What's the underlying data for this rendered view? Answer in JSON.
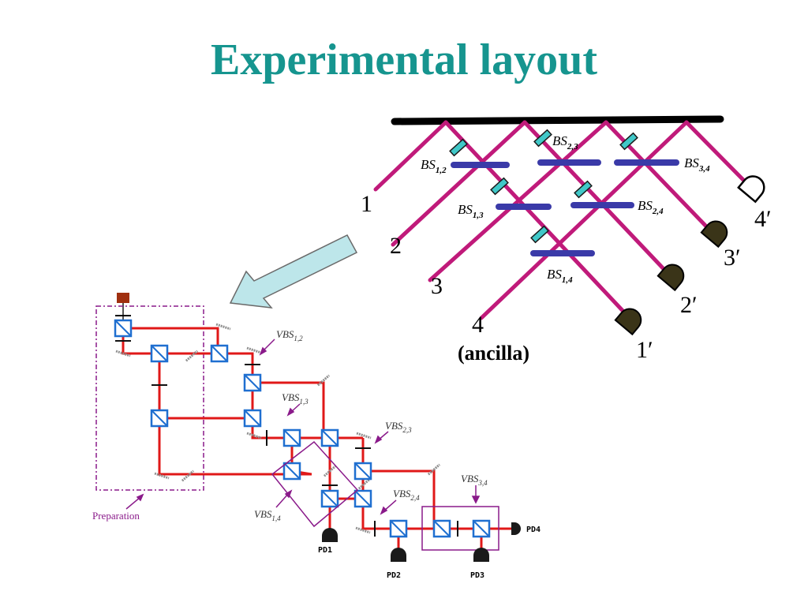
{
  "slide": {
    "title": "Experimental layout"
  },
  "schematic": {
    "beam_splitters": [
      {
        "name": "BS",
        "sub": "1,2"
      },
      {
        "name": "BS",
        "sub": "2,3"
      },
      {
        "name": "BS",
        "sub": "3,4"
      },
      {
        "name": "BS",
        "sub": "1,3"
      },
      {
        "name": "BS",
        "sub": "2,4"
      },
      {
        "name": "BS",
        "sub": "1,4"
      }
    ],
    "input_ports": [
      "1",
      "2",
      "3",
      "4"
    ],
    "output_ports": [
      "1′",
      "2′",
      "3′",
      "4′"
    ],
    "ancilla_label": "(ancilla)"
  },
  "setup": {
    "vbs": [
      {
        "name": "VBS",
        "sub": "1,2"
      },
      {
        "name": "VBS",
        "sub": "1,3"
      },
      {
        "name": "VBS",
        "sub": "2,3"
      },
      {
        "name": "VBS",
        "sub": "3,4"
      },
      {
        "name": "VBS",
        "sub": "2,4"
      },
      {
        "name": "VBS",
        "sub": "1,4"
      }
    ],
    "preparation_label": "Preparation",
    "detectors": [
      "PD1",
      "PD2",
      "PD3",
      "PD4"
    ]
  },
  "colors": {
    "title": "#16958f",
    "beam_magenta": "#c01a7a",
    "bs_bar": "#3a3aa8",
    "phase_plate": "#40c8c8",
    "laser_path": "#e01818",
    "cube_blue": "#1f6fd0",
    "purple_box": "#8a1a8a",
    "arrow_fill": "#bde6ea"
  }
}
